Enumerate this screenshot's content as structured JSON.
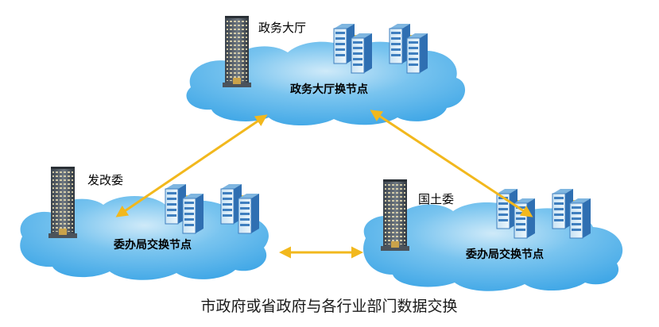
{
  "diagram": {
    "nodes": [
      {
        "building_label": "政务大厅",
        "node_label": "政务大厅换节点"
      },
      {
        "building_label": "发改委",
        "node_label": "委办局交换节点"
      },
      {
        "building_label": "国土委",
        "node_label": "委办局交换节点"
      }
    ],
    "caption": "市政府或省政府与各行业部门数据交换"
  },
  "colors": {
    "cloud_fill": "#59b6ec",
    "cloud_light": "#bfe3f8",
    "arrow": "#f2b81d",
    "building": "#55606b",
    "server_blue": "#4a8fd0",
    "server_body": "#d9ecf7"
  }
}
